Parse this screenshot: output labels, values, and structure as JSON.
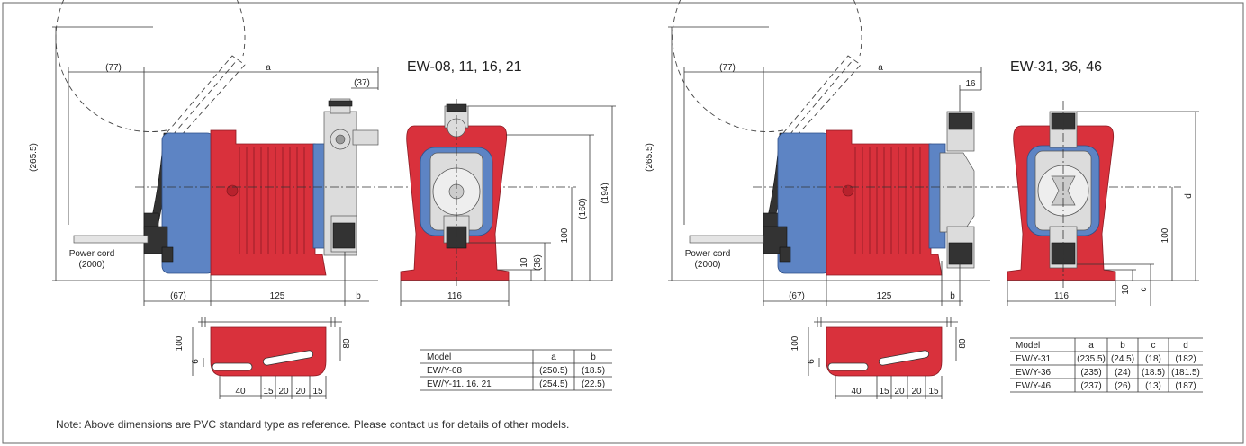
{
  "left_panel": {
    "title": "EW-08, 11, 16, 21",
    "dims": {
      "d77": "(77)",
      "a": "a",
      "d37": "(37)",
      "d265": "(265.5)",
      "d67": "(67)",
      "d125": "125",
      "b": "b",
      "d116": "116",
      "d10": "10",
      "d36": "(36)",
      "d100": "100",
      "d160": "(160)",
      "d194": "(194)",
      "power_cord": "Power cord",
      "power_cord_len": "(2000)",
      "base_100": "100",
      "base_6": "6",
      "base_80": "80",
      "base_40": "40",
      "base_15a": "15",
      "base_20a": "20",
      "base_20b": "20",
      "base_15b": "15"
    },
    "table": {
      "headers": [
        "Model",
        "a",
        "b"
      ],
      "rows": [
        [
          "EW/Y-08",
          "(250.5)",
          "(18.5)"
        ],
        [
          "EW/Y-11. 16. 21",
          "(254.5)",
          "(22.5)"
        ]
      ]
    }
  },
  "right_panel": {
    "title": "EW-31, 36, 46",
    "dims": {
      "d77": "(77)",
      "a": "a",
      "d16": "16",
      "d265": "(265.5)",
      "d67": "(67)",
      "d125": "125",
      "b": "b",
      "d116": "116",
      "d10": "10",
      "c": "c",
      "d100": "100",
      "d": "d",
      "power_cord": "Power cord",
      "power_cord_len": "(2000)",
      "base_100": "100",
      "base_6": "6",
      "base_80": "80",
      "base_40": "40",
      "base_15a": "15",
      "base_20a": "20",
      "base_20b": "20",
      "base_15b": "15"
    },
    "table": {
      "headers": [
        "Model",
        "a",
        "b",
        "c",
        "d"
      ],
      "rows": [
        [
          "EW/Y-31",
          "(235.5)",
          "(24.5)",
          "(18)",
          "(182)"
        ],
        [
          "EW/Y-36",
          "(235)",
          "(24)",
          "(18.5)",
          "(181.5)"
        ],
        [
          "EW/Y-46",
          "(237)",
          "(26)",
          "(13)",
          "(187)"
        ]
      ]
    }
  },
  "note": "Note: Above dimensions are PVC standard type as reference. Please contact us for details of other models.",
  "colors": {
    "housing_red": "#d9313c",
    "front_blue": "#5d84c4",
    "frame": "#555555"
  }
}
